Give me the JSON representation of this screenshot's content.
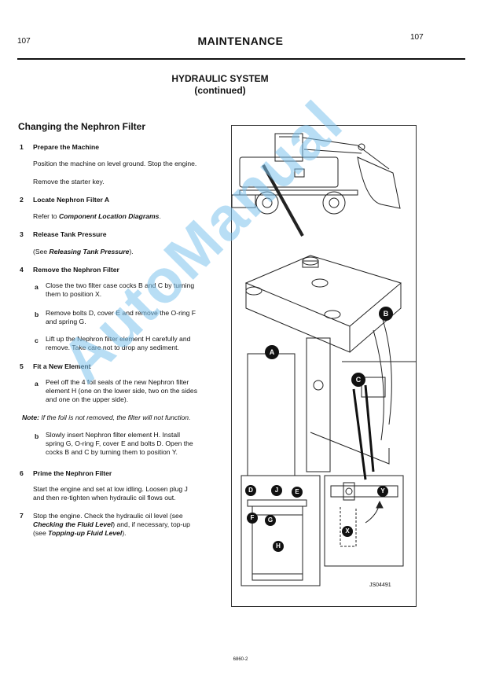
{
  "header": {
    "page_left": "107",
    "page_right": "107",
    "title": "MAINTENANCE"
  },
  "section": {
    "title_line1": "HYDRAULIC SYSTEM",
    "title_line2": "(continued)"
  },
  "procedure": {
    "title": "Changing the Nephron Filter",
    "steps": [
      {
        "num": "1",
        "title": "Prepare the Machine"
      },
      {
        "num": "2",
        "title": "Locate Nephron Filter A"
      },
      {
        "num": "3",
        "title": "Release Tank Pressure"
      },
      {
        "num": "4",
        "title": "Remove the Nephron Filter"
      },
      {
        "num": "5",
        "title": "Fit a New Element"
      },
      {
        "num": "6",
        "title": "Prime the Nephron Filter"
      },
      {
        "num": "7",
        "title": "Stop the engine. Check the hydraulic oil level (see"
      }
    ],
    "s1_p1": "Position the machine on level ground. Stop the engine.",
    "s1_p2": "Remove the starter key.",
    "s2_pre": "Refer to ",
    "s2_ref": "Component Location Diagrams",
    "s2_post": ".",
    "s3_pre": "(See ",
    "s3_ref": "Releasing Tank Pressure",
    "s3_post": ").",
    "s4a_label": "a",
    "s4a_l1": "Close the two filter case cocks B and C by turning",
    "s4a_l2": "them to position X.",
    "s4b_label": "b",
    "s4b_l1": "Remove bolts D, cover E and remove the O-ring F",
    "s4b_l2": "and spring G.",
    "s4c_label": "c",
    "s4c_l1": "Lift up the Nephron filter element H carefully and",
    "s4c_l2": "remove. Take care not to drop any sediment.",
    "s5a_label": "a",
    "s5a_l1": "Peel off the 4 foil seals of the new Nephron filter",
    "s5a_l2": "element H (one on the lower side, two on the sides",
    "s5a_l3": "and one on the upper side).",
    "note_label": "Note:",
    "note_text": "If the foil is not removed, the filter will not function.",
    "s5b_label": "b",
    "s5b_l1": "Slowly insert Nephron filter element H. Install",
    "s5b_l2": "spring G, O-ring F, cover E and bolts D. Open the",
    "s5b_l3": "cocks B and C by turning them to position Y.",
    "s6_l1": "Start the engine and set at low idling. Loosen plug J",
    "s6_l2": "and then re-tighten when hydraulic oil flows out.",
    "s7_ref1": "Checking the Fluid Level",
    "s7_mid": ") and, if necessary, top-up",
    "s7_pre2": "(see ",
    "s7_ref2": "Topping-up Fluid Level",
    "s7_post": ")."
  },
  "figure": {
    "code": "JS04491",
    "callouts": [
      "A",
      "B",
      "C",
      "D",
      "J",
      "E",
      "F",
      "G",
      "H",
      "X",
      "Y"
    ]
  },
  "watermark": "AutoManual",
  "footer": "6860-2",
  "colors": {
    "watermark": "#7fc4ee",
    "callout": "#111111",
    "ink": "#111111"
  }
}
